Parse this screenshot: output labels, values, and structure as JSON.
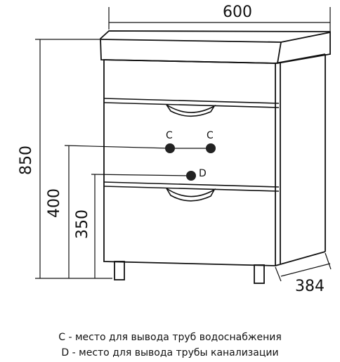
{
  "dimensions": {
    "width": "600",
    "depth": "384",
    "height_total": "850",
    "height_c": "400",
    "height_d": "350"
  },
  "points": {
    "c_label": "C",
    "d_label": "D"
  },
  "legend": {
    "c_text": "C - место для вывода труб водоснабжения",
    "d_text": "D - место для вывода трубы канализации"
  },
  "colors": {
    "line": "#111111",
    "point_fill": "#222222",
    "background": "#ffffff"
  }
}
